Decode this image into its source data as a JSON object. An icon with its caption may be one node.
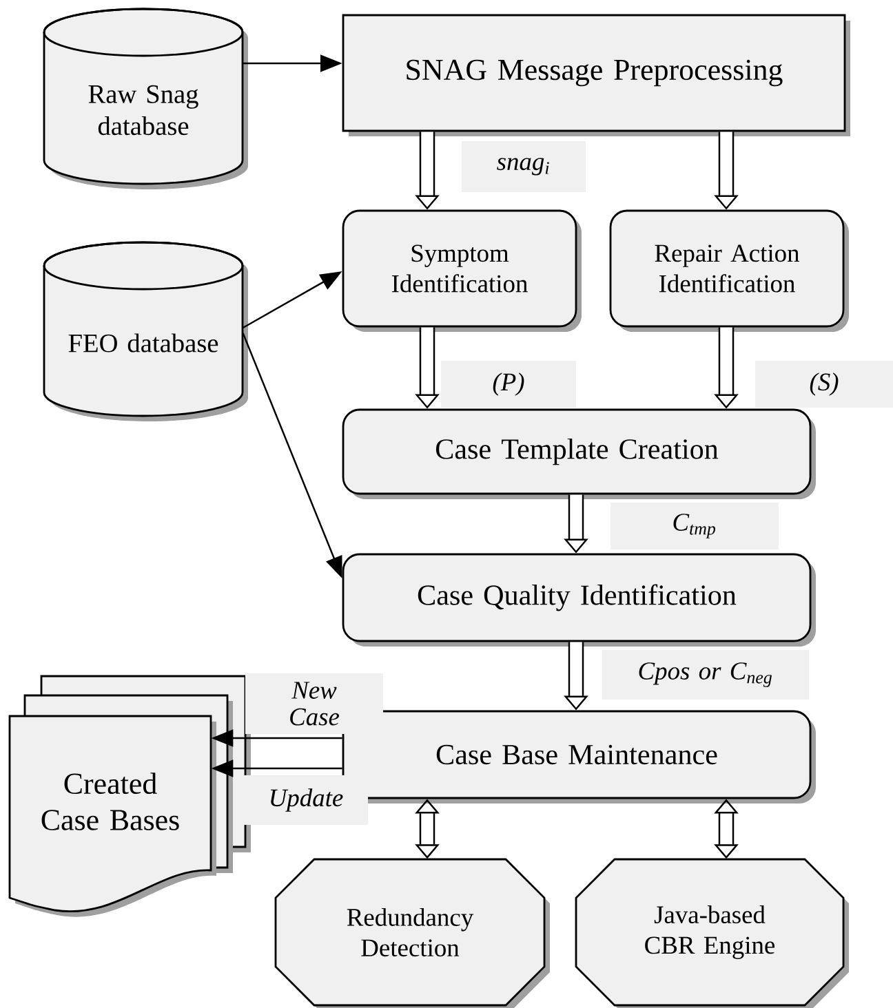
{
  "diagram": {
    "nodes": [
      {
        "text": [
          "Raw Snag database"
        ]
      },
      {
        "text": [
          "SNAG Message Preprocessing"
        ]
      },
      {
        "text": [
          "Symptom Identification"
        ]
      },
      {
        "text": [
          "Repair Action Identification"
        ]
      },
      {
        "text": [
          "FEO database"
        ]
      },
      {
        "text": [
          "Case Template Creation"
        ]
      },
      {
        "text": [
          "Case Quality Identification"
        ]
      },
      {
        "text": [
          "Case Base Maintenance"
        ]
      },
      {
        "text": [
          "Created Case Bases"
        ]
      },
      {
        "text": [
          "Redundancy Detection"
        ]
      },
      {
        "text": [
          "Java-based CBR Engine"
        ]
      }
    ],
    "edges": [
      {
        "from": 0,
        "to": 1,
        "arrow": "to"
      },
      {
        "from": 1,
        "to": 2,
        "arrow": "to",
        "label": "snag$_{i}$"
      },
      {
        "from": 1,
        "to": 3,
        "arrow": "to"
      },
      {
        "from": 2,
        "to": 5,
        "arrow": "to",
        "label": "(P)"
      },
      {
        "from": 3,
        "to": 5,
        "arrow": "to",
        "label": "(S)"
      },
      {
        "from": 4,
        "to": 2,
        "arrow": "to"
      },
      {
        "from": 4,
        "to": 6,
        "arrow": "to"
      },
      {
        "from": 5,
        "to": 6,
        "arrow": "to",
        "label": "C$_{tmp}$"
      },
      {
        "from": 6,
        "to": 7,
        "arrow": "to",
        "label": "Cpos or C$_{neg}$"
      },
      {
        "from": 7,
        "to": 8,
        "arrow": "to",
        "label": "New Case"
      },
      {
        "from": 7,
        "to": 8,
        "arrow": "to",
        "label": "Update"
      },
      {
        "from": 7,
        "to": 9,
        "arrow": "both"
      },
      {
        "from": 7,
        "to": 10,
        "arrow": "both"
      }
    ]
  }
}
